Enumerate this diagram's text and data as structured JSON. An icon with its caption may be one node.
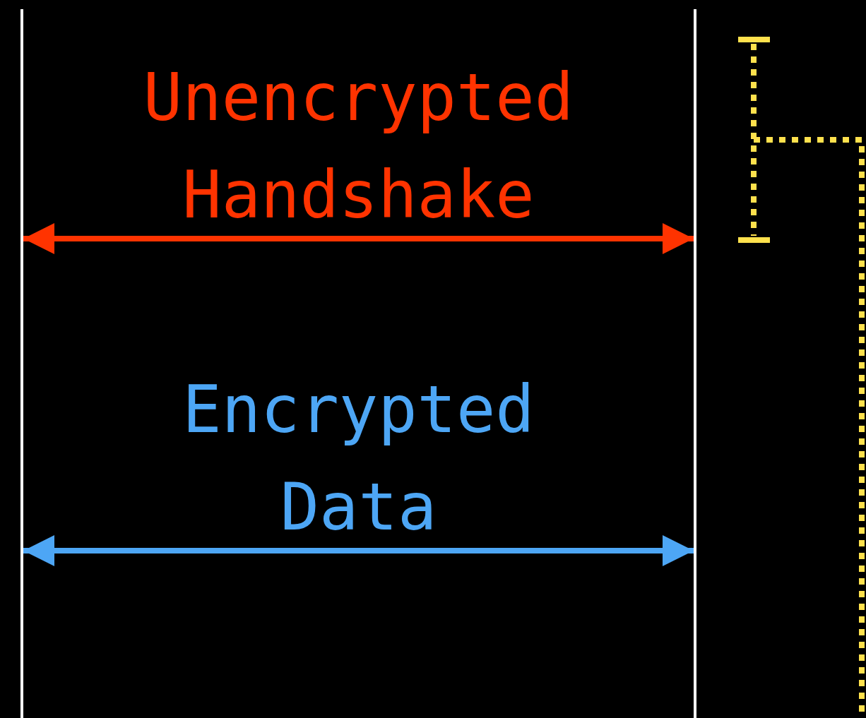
{
  "diagram": {
    "nodes": [
      {
        "text": [],
        "shape": "bar"
      },
      {
        "text": [],
        "shape": "bar"
      }
    ],
    "edges": [
      {
        "from": 0,
        "to": 1,
        "arrow": "both",
        "label": "Unencrypted Handshake",
        "color": "#ff3300"
      },
      {
        "from": 0,
        "to": 1,
        "arrow": "both",
        "label": "Encrypted Data",
        "color": "#4da6f5"
      }
    ]
  }
}
